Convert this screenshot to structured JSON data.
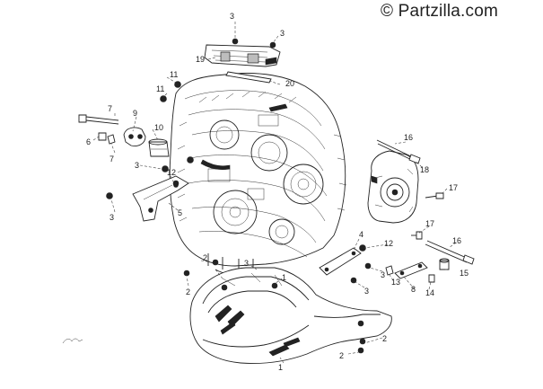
{
  "watermark": "© Partzilla.com",
  "callouts": {
    "c1a": "1",
    "c1b": "1",
    "c2a": "2",
    "c2b": "2",
    "c2c": "2",
    "c2d": "2",
    "c3a": "3",
    "c3b": "3",
    "c3c": "3",
    "c3d": "3",
    "c3e": "3",
    "c3f": "3",
    "c3g": "3",
    "c4": "4",
    "c5": "5",
    "c6": "6",
    "c7a": "7",
    "c7b": "7",
    "c8": "8",
    "c9": "9",
    "c10": "10",
    "c11a": "11",
    "c11b": "11",
    "c12a": "12",
    "c12b": "12",
    "c13": "13",
    "c14": "14",
    "c15": "15",
    "c16a": "16",
    "c16b": "16",
    "c17a": "17",
    "c17b": "17",
    "c18": "18",
    "c19": "19",
    "c20": "20"
  }
}
